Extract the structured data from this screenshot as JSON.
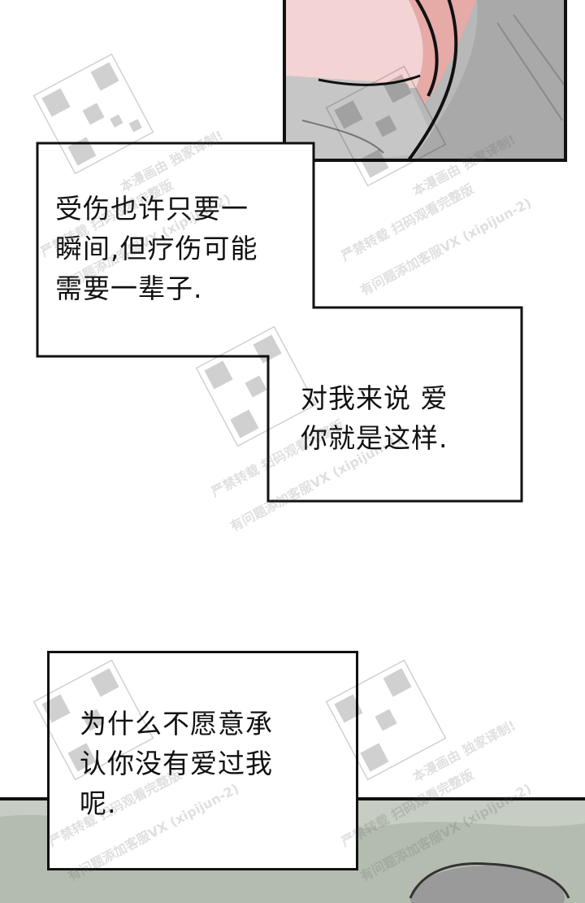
{
  "bubbles": {
    "first": [
      "受伤也许只要一",
      "瞬间,但疗伤可能",
      "需要一辈子."
    ],
    "second": [
      "对我来说 爱",
      "你就是这样."
    ],
    "third": [
      "为什么不愿意承",
      "认你没有爱过我",
      "呢."
    ]
  },
  "watermark": {
    "line1": "本漫画由 独家译制!",
    "line2": "严禁转载 扫码观看完整版",
    "line3": "有问题添加客服VX (xipijun-2)"
  }
}
